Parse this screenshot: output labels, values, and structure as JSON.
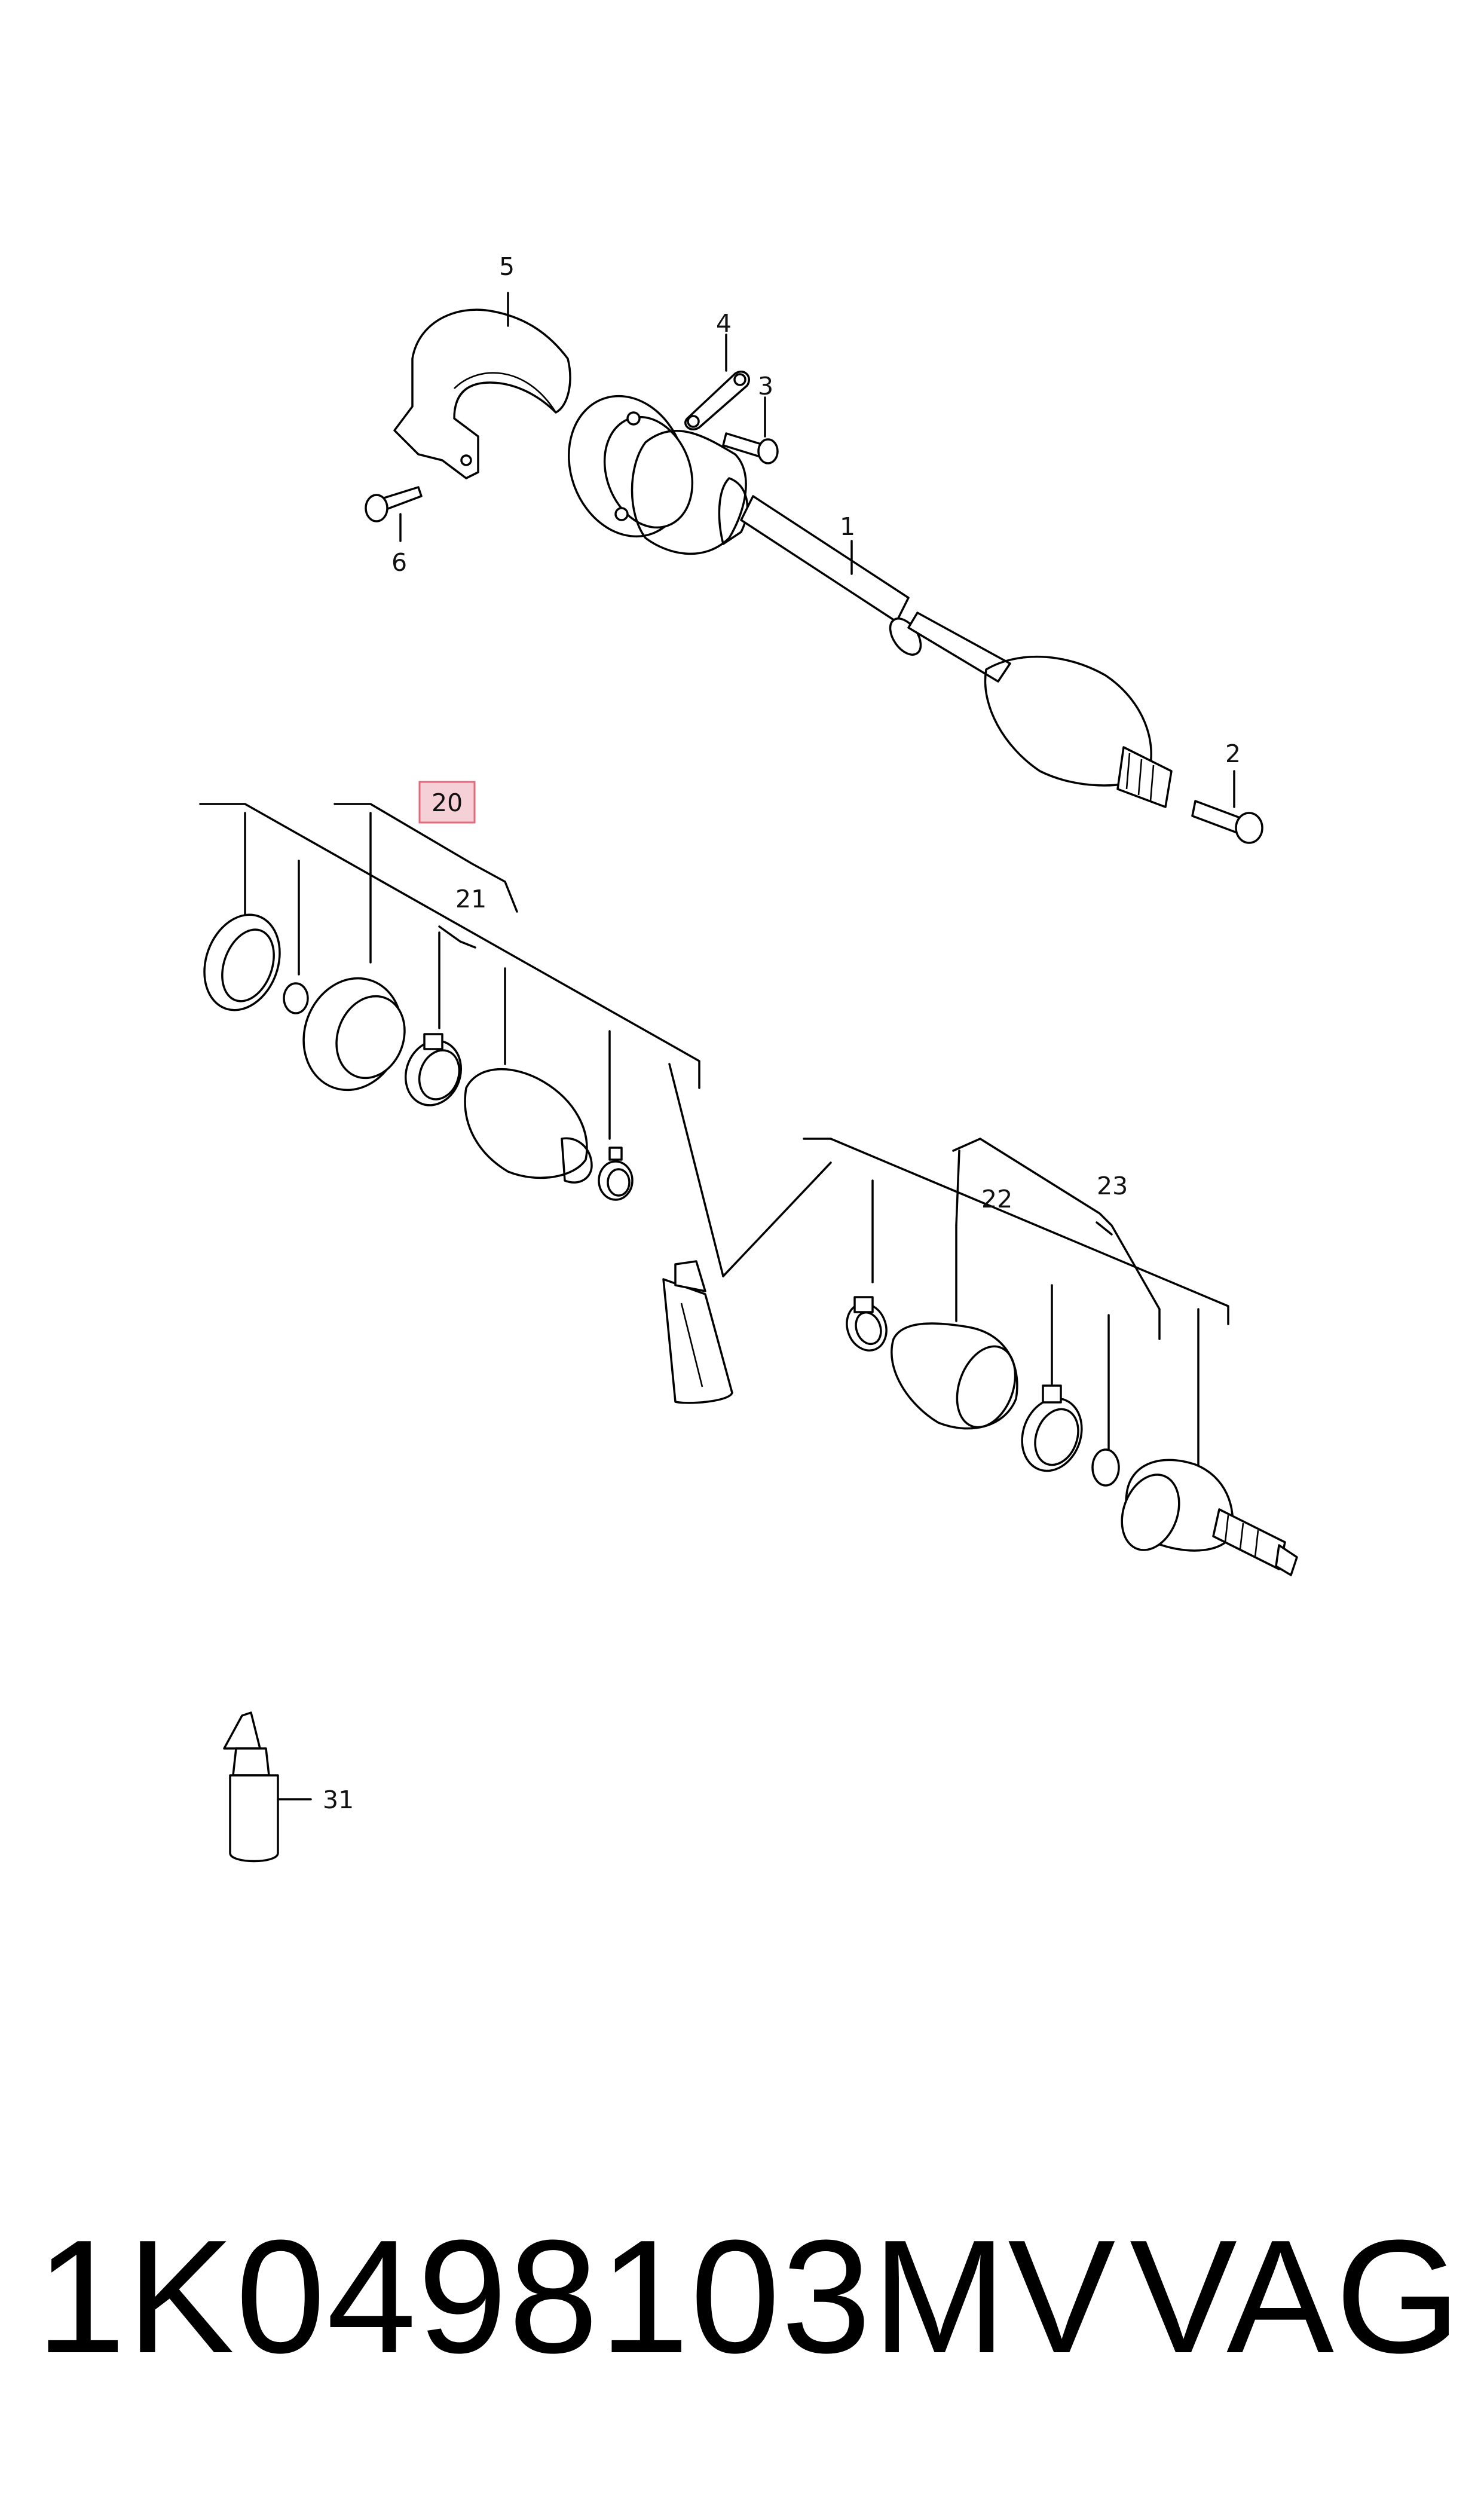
{
  "callouts": {
    "p1": "1",
    "p2": "2",
    "p3": "3",
    "p4": "4",
    "p5": "5",
    "p6": "6",
    "p20": "20",
    "p21": "21",
    "p22": "22",
    "p23": "23",
    "p31": "31"
  },
  "footer": {
    "part_number": "1K0498103MV",
    "brand": "VAG"
  },
  "colors": {
    "highlight_fill": "#f5d0d6",
    "highlight_stroke": "#e06a7c",
    "line": "#000000"
  }
}
